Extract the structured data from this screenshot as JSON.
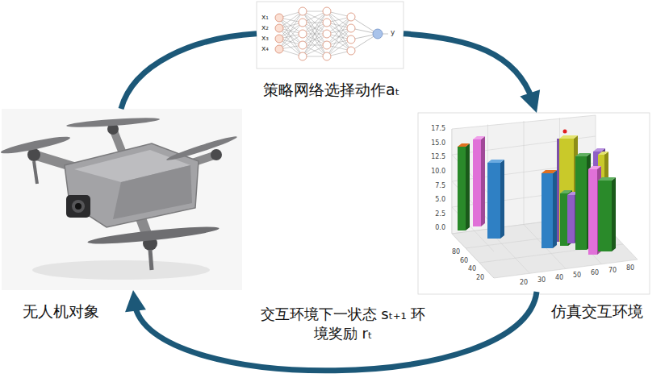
{
  "diagram": {
    "nodes": [
      {
        "text": [
          "策略网络选择动作aₜ"
        ]
      },
      {
        "text": [
          "仿真交互环境"
        ]
      },
      {
        "text": [
          "无人机对象"
        ]
      }
    ],
    "edges": [
      {
        "from": 2,
        "to": 0,
        "arrow": "none"
      },
      {
        "from": 0,
        "to": 1,
        "arrow": "to"
      },
      {
        "from": 1,
        "to": 2,
        "label": "交互环境下一状态 sₜ₊₁ 环境奖励 rₜ",
        "arrow": "to"
      }
    ],
    "labels": [
      "x₁",
      "x₂",
      "x₃",
      "x₄",
      "y",
      "17.5",
      "15.0",
      "12.5",
      "10.0",
      "7.5",
      "5.0",
      "2.5",
      "0.0",
      "80",
      "60",
      "40",
      "20",
      "20",
      "30",
      "40",
      "50",
      "60",
      "70",
      "80"
    ]
  }
}
